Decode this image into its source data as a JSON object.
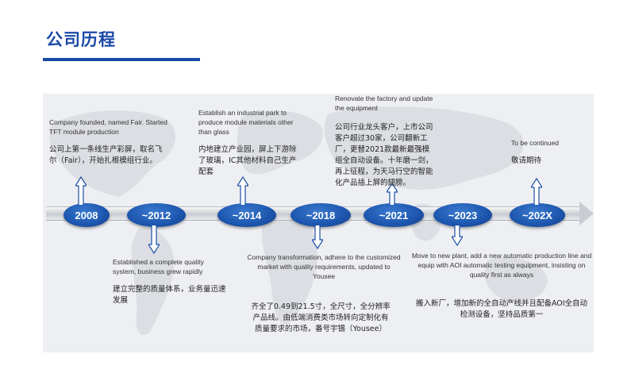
{
  "header": {
    "title": "公司历程"
  },
  "colors": {
    "brand_blue": "#1a49a6",
    "node_blue": "#1c55ad",
    "panel_bg": "#eeeff2"
  },
  "timeline": {
    "nodes": [
      "2008",
      "~2012",
      "~2014",
      "~2018",
      "~2021",
      "~2023",
      "~202X"
    ],
    "events": {
      "e2008": {
        "en": "Company founded, named Fair. Started  TFT module production",
        "zh": "公司上第一条线生产彩屏，取名飞尔（Fair），开始扎根模组行业。"
      },
      "e2012": {
        "en": "Established a complete quality system, business grew rapidly",
        "zh": "建立完整的质量体系，业务量迅速发展"
      },
      "e2014": {
        "en": "Establish an industrial park to produce module materials other than glass",
        "zh": "内地建立产业园，屏上下游除了玻璃，IC其他材料自己生产配套"
      },
      "e2018": {
        "en": "Company transformation, adhere to the customized market with quality requirements, updated to Yousee",
        "zh": "齐全了0.49到21.5寸，全尺寸，全分辨率产品线。由低端消费类市场转向定制化有质量要求的市场，番号宇锡（Yousee）"
      },
      "e2021": {
        "en": "Renovate the factory and update the equipment",
        "zh": "公司行业龙头客户，上市公司客户超过30家，公司翻新工厂，更替2021款最新最强模组全自动设备。十年磨一剑，再上征程，为天马行空的智能化产品插上屏的翅膀。"
      },
      "e2023": {
        "en": "Move to new plant, add a new automatic production line and equip with AOI automatic testing equipment, insisting on quality first as always",
        "zh": "搬入新厂，增加新的全自动产线并且配备AOI全自动检测设备，坚持品质第一"
      },
      "e202x": {
        "en": "To be continued",
        "zh": "敬请期待"
      }
    }
  }
}
